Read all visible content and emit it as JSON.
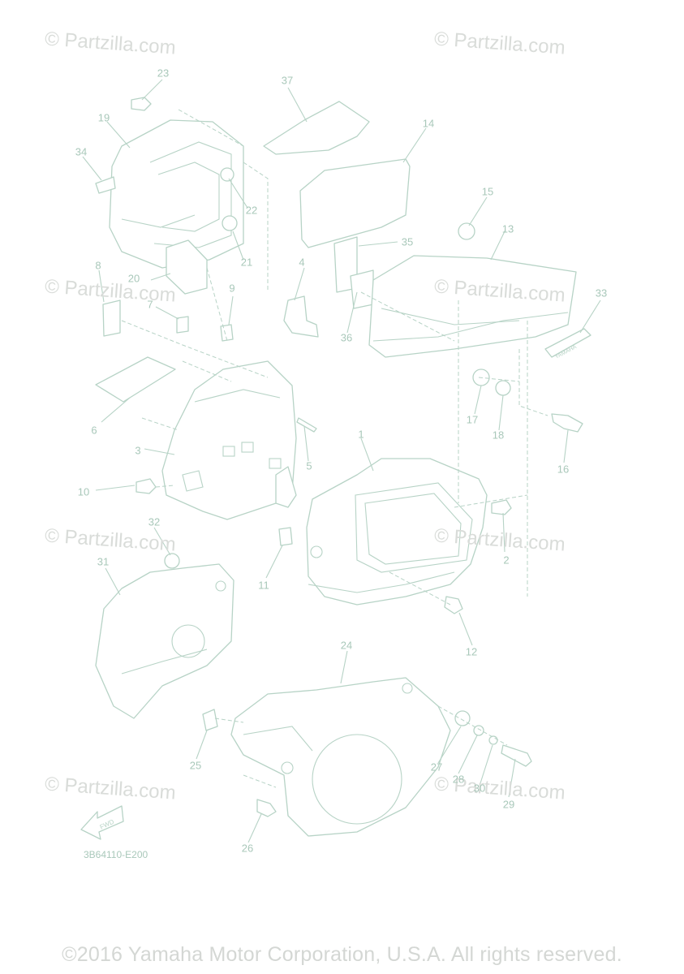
{
  "watermark_text": "© Partzilla.com",
  "diagram_code": "3B64110-E200",
  "copyright": "©2016 Yamaha Motor Corporation, U.S.A. All rights reserved.",
  "fwd_label": "FWD",
  "brand_label": "YAMAHA",
  "callouts": [
    "1",
    "2",
    "3",
    "4",
    "5",
    "6",
    "7",
    "8",
    "9",
    "10",
    "11",
    "12",
    "13",
    "14",
    "15",
    "16",
    "17",
    "18",
    "19",
    "20",
    "21",
    "22",
    "23",
    "24",
    "25",
    "26",
    "27",
    "28",
    "29",
    "30",
    "31",
    "32",
    "33",
    "34",
    "35",
    "36",
    "37"
  ],
  "colors": {
    "line": "#b7d3c6",
    "label": "#a9c8ba",
    "watermark": "#d9dcd9"
  }
}
